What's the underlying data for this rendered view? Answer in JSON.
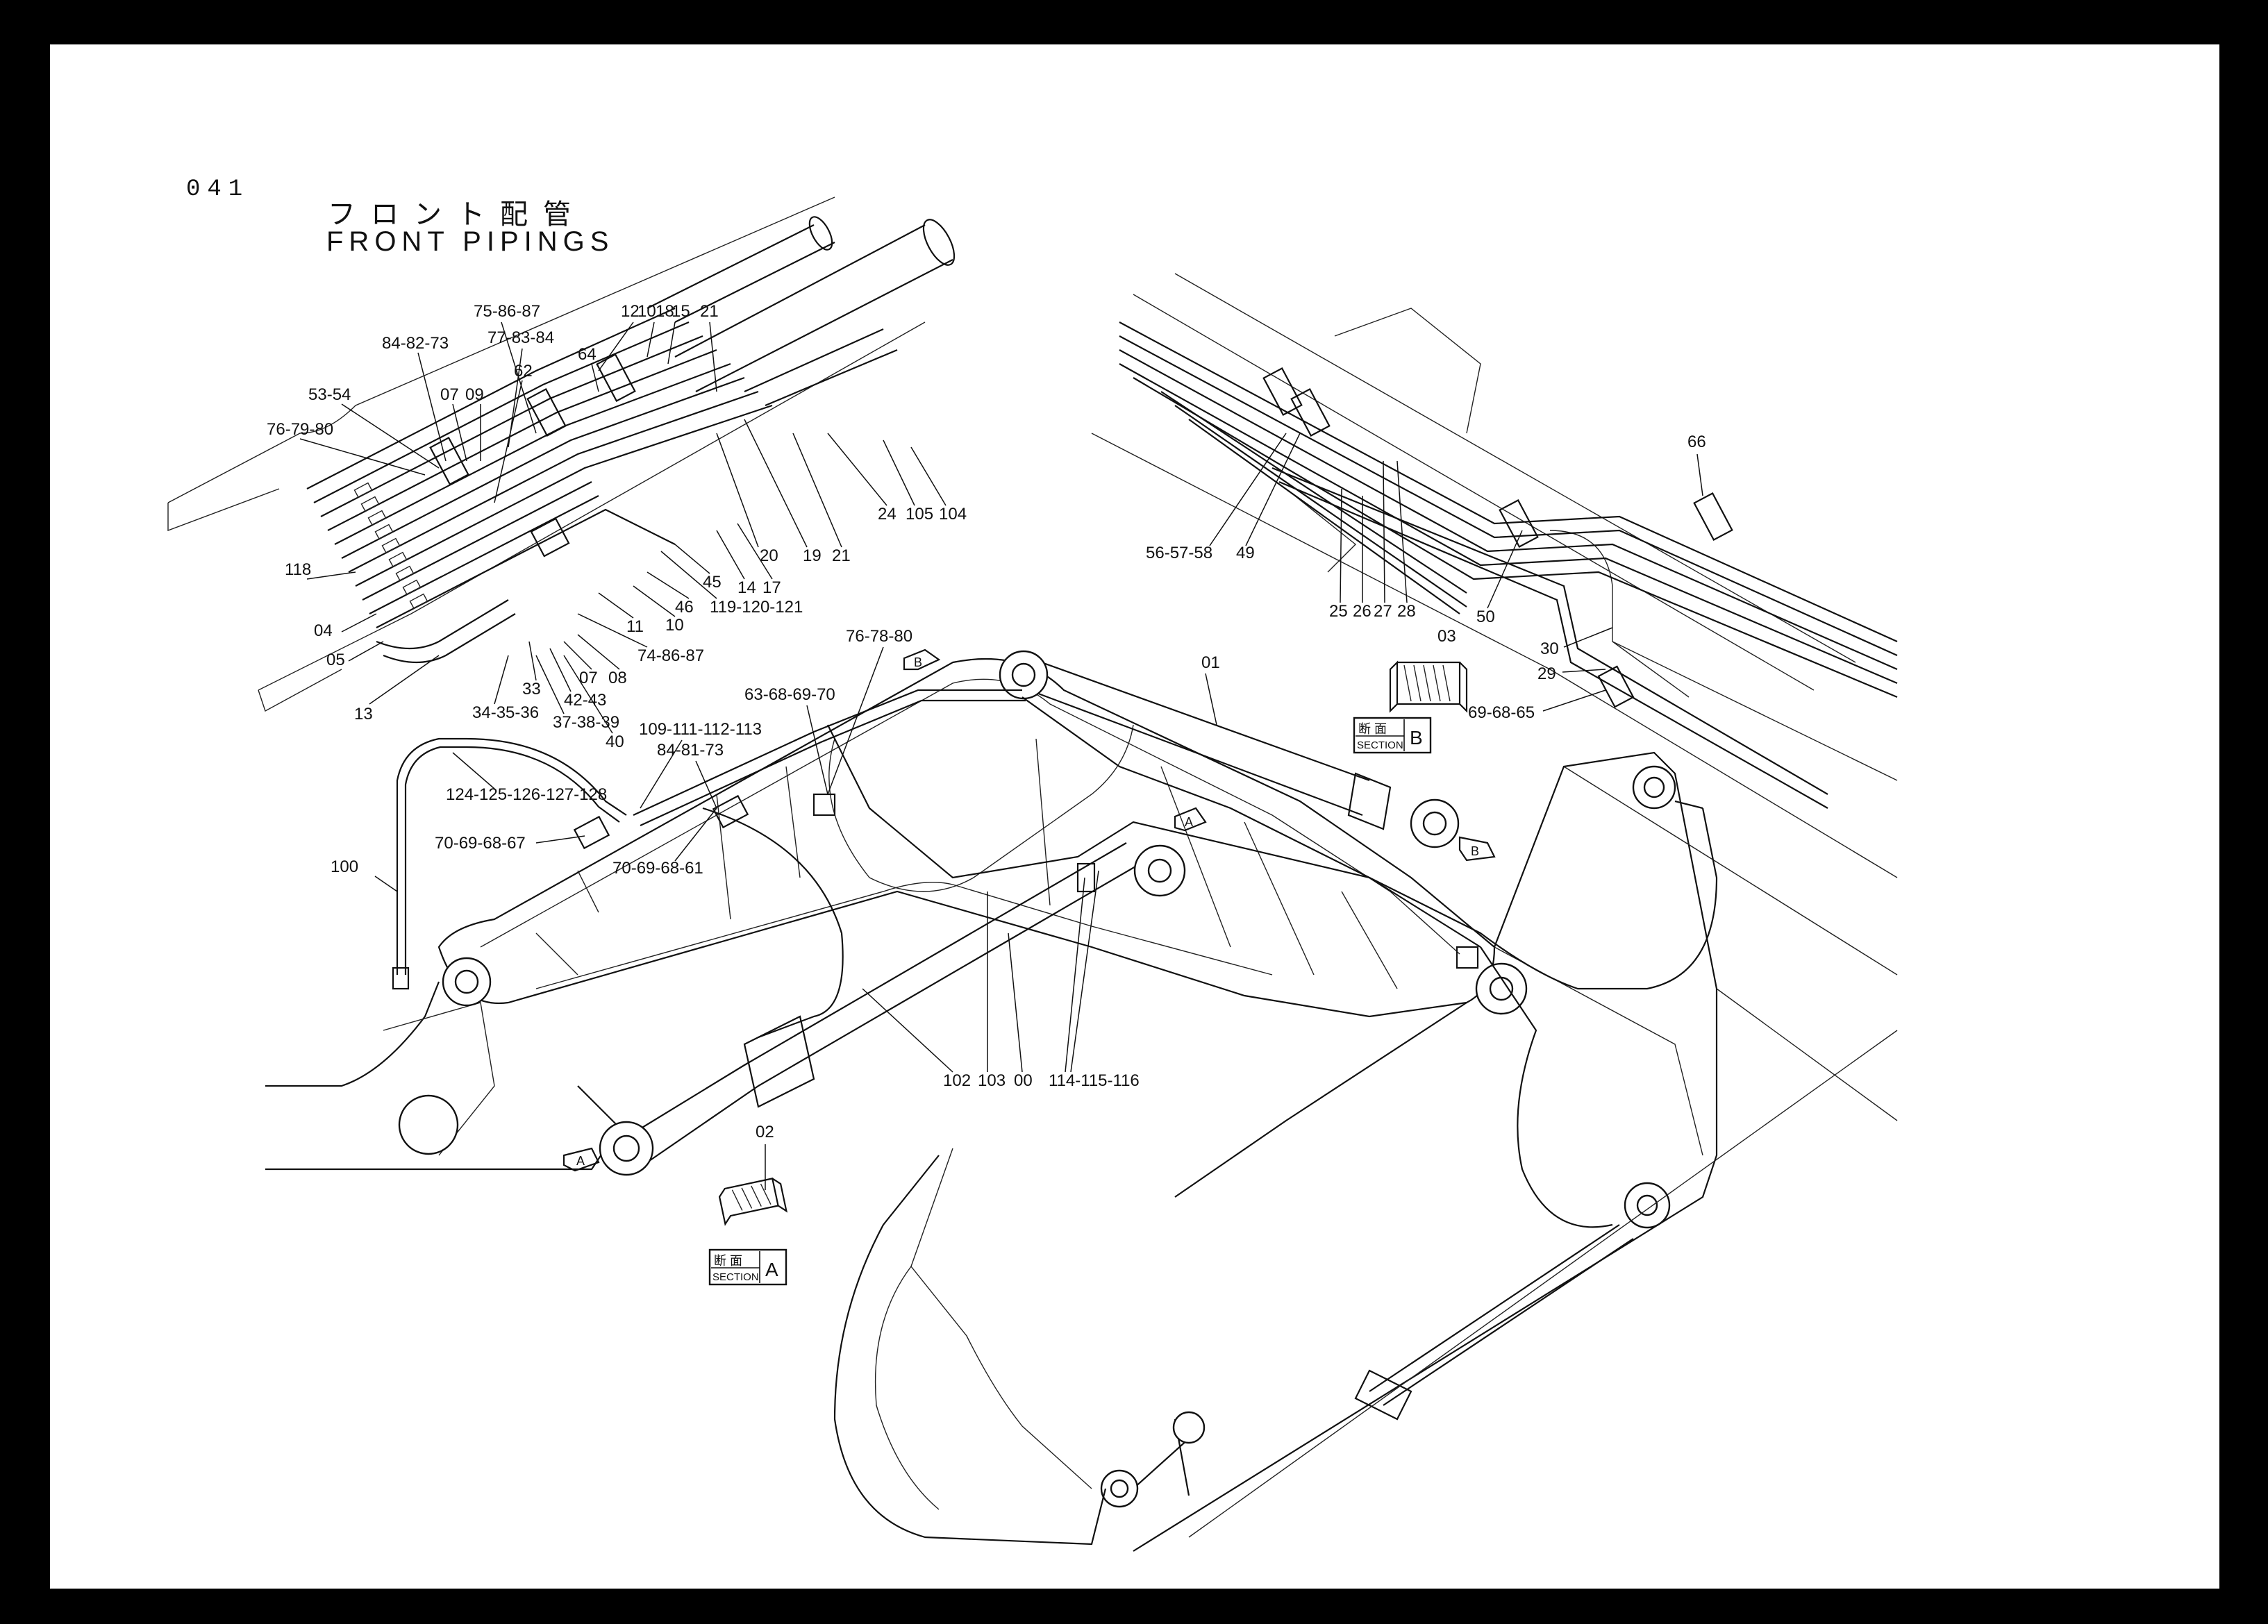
{
  "page_number": "041",
  "title_jp": "フロント配管",
  "title_en": "FRONT PIPINGS",
  "section_a": {
    "kanji": "断 面",
    "word": "SECTION",
    "letter": "A",
    "part": "02"
  },
  "section_b": {
    "kanji": "断 面",
    "word": "SECTION",
    "letter": "B",
    "part": "03"
  },
  "view_markers": {
    "a": "A",
    "b": "B"
  },
  "callouts_upper_left": [
    "75-86-87",
    "12",
    "10",
    "18",
    "15",
    "21",
    "84-82-73",
    "77-83-84",
    "64",
    "62",
    "53-54",
    "07",
    "09",
    "76-79-80",
    "118",
    "04",
    "05",
    "13",
    "20",
    "19",
    "21",
    "24",
    "105",
    "104",
    "14",
    "17",
    "45",
    "119-120-121",
    "46",
    "10",
    "11",
    "74-86-87",
    "07",
    "08",
    "33",
    "42-43",
    "34-35-36",
    "37-38-39",
    "40"
  ],
  "callouts_upper_right": [
    "56-57-58",
    "49",
    "25",
    "26",
    "27",
    "28",
    "50",
    "66",
    "30",
    "29",
    "69-68-65"
  ],
  "callouts_main": [
    "76-78-80",
    "01",
    "63-68-69-70",
    "109-111-112-113",
    "84-81-73",
    "124-125-126-127-128",
    "70-69-68-67",
    "70-69-68-61",
    "100",
    "102",
    "103",
    "00",
    "114-115-116"
  ]
}
